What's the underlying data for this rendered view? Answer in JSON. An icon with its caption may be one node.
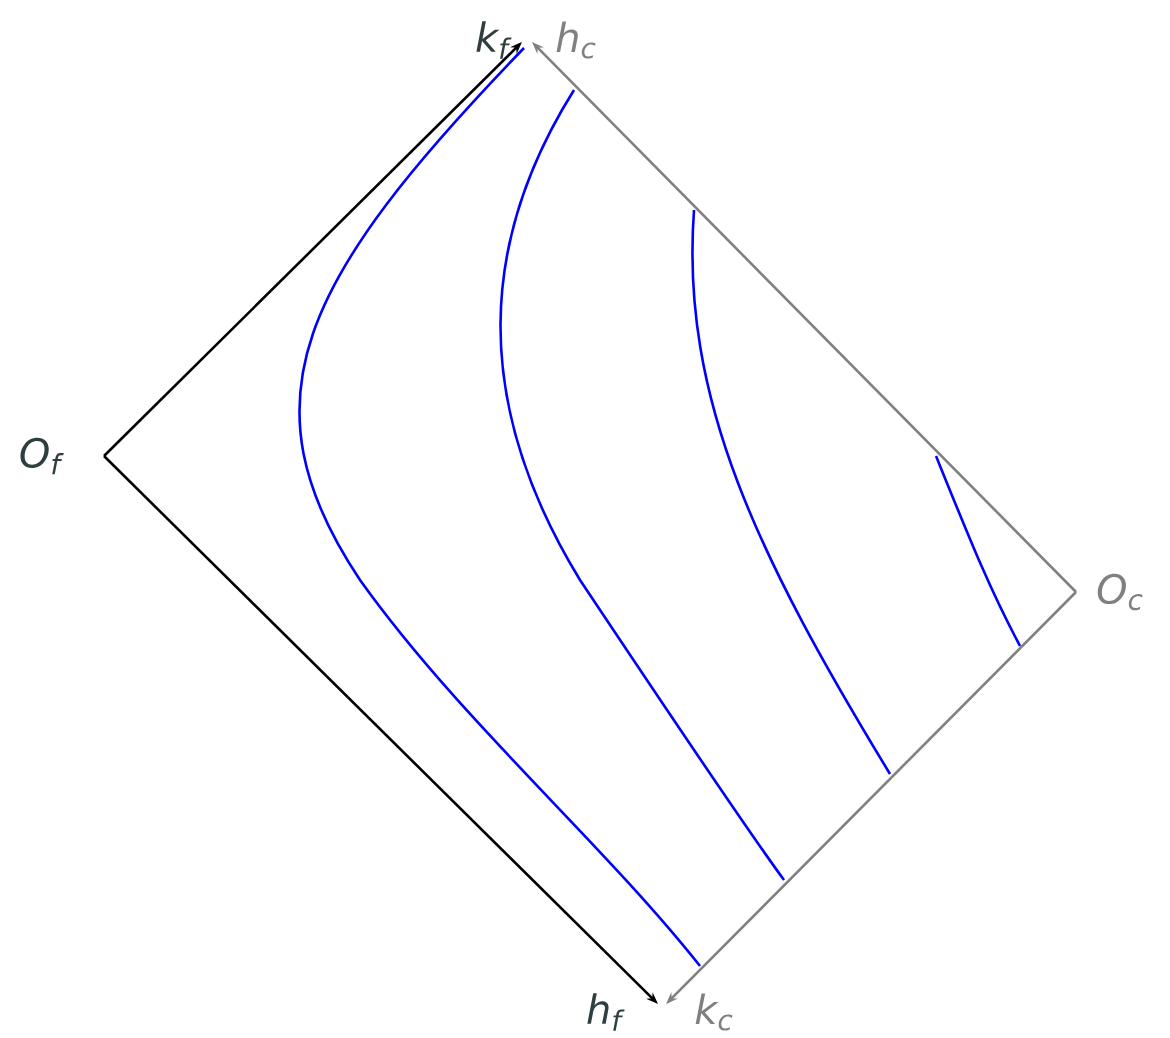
{
  "diagram": {
    "labels": [
      "k$_{f}$",
      "h$_{c}$",
      "O$_{f}$",
      "O$_{c}$",
      "h$_{f}$",
      "k$_{c}$"
    ]
  }
}
